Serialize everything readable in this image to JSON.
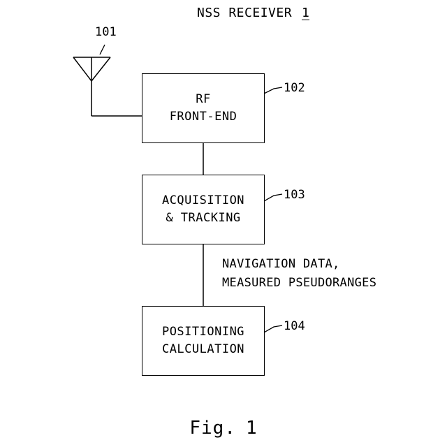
{
  "title": {
    "text": "NSS RECEIVER",
    "ref": "1"
  },
  "antenna": {
    "ref": "101"
  },
  "blocks": [
    {
      "id": "rf-front-end",
      "ref": "102",
      "lines": [
        "RF",
        "FRONT-END"
      ]
    },
    {
      "id": "acquisition-tracking",
      "ref": "103",
      "lines": [
        "ACQUISITION",
        "& TRACKING"
      ]
    },
    {
      "id": "positioning-calculation",
      "ref": "104",
      "lines": [
        "POSITIONING",
        "CALCULATION"
      ]
    }
  ],
  "edge_label": {
    "lines": [
      "NAVIGATION DATA,",
      "MEASURED PSEUDORANGES"
    ]
  },
  "caption": {
    "prefix": "Fig.",
    "number": "1"
  }
}
